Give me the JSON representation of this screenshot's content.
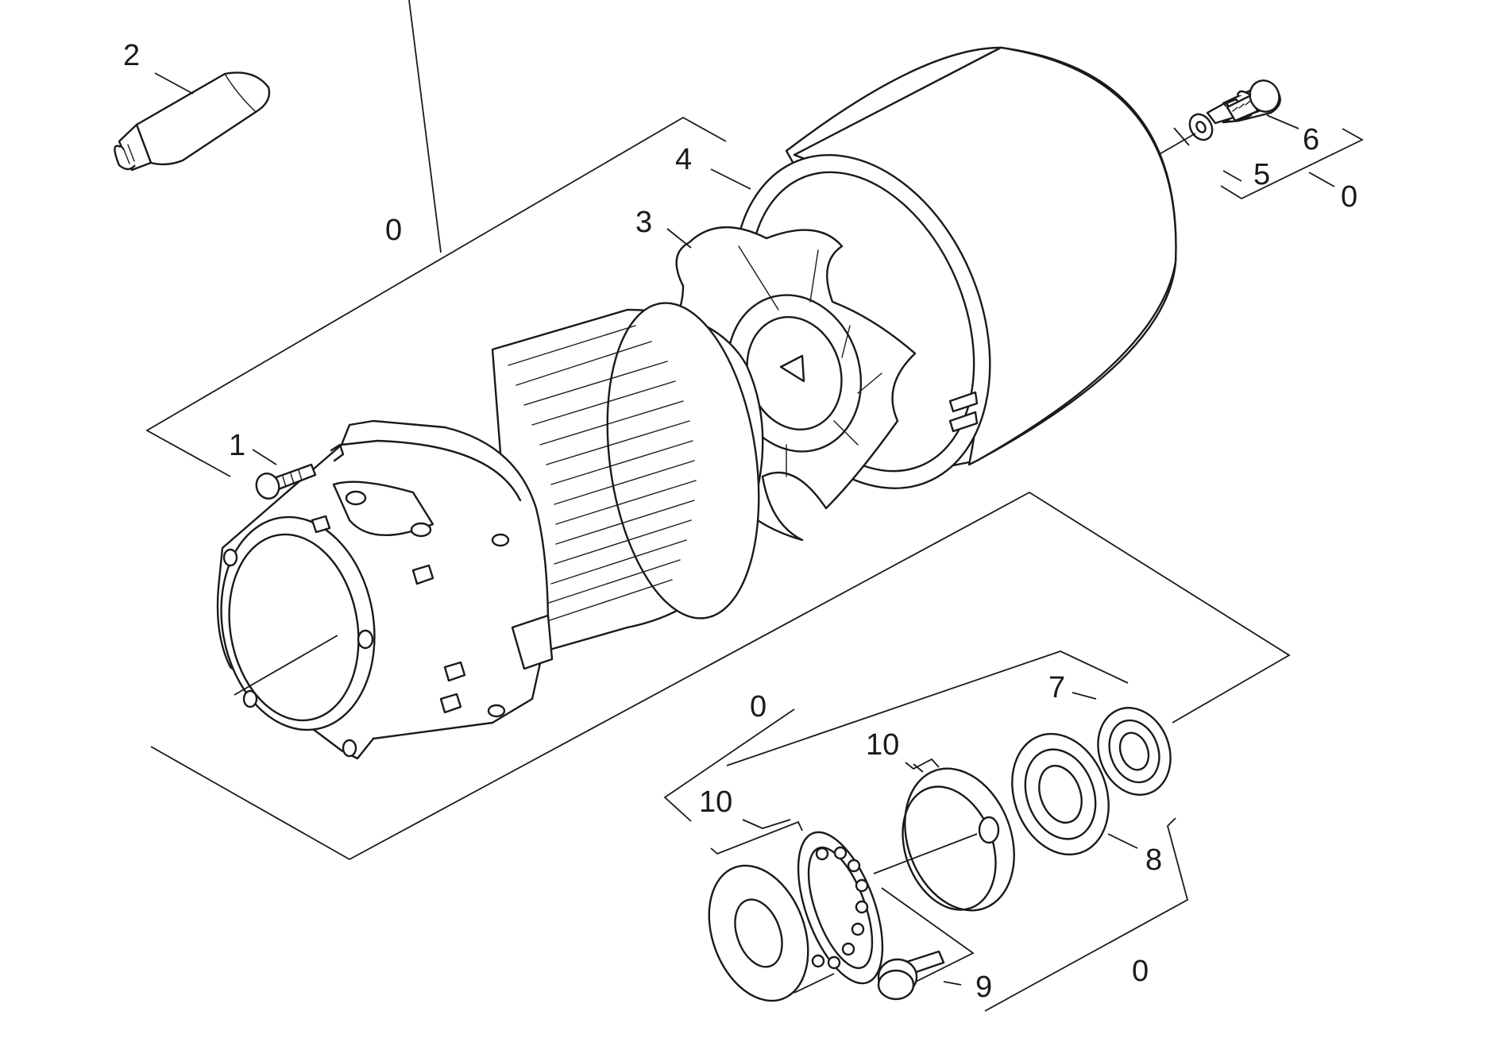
{
  "diagram": {
    "labels": {
      "part_0_motor": "0",
      "part_0_screw": "0",
      "part_0_bearing_upper": "0",
      "part_0_bearing_lower": "0",
      "part_1": "1",
      "part_2": "2",
      "part_3": "3",
      "part_4": "4",
      "part_5": "5",
      "part_6": "6",
      "part_7": "7",
      "part_8": "8",
      "part_9": "9",
      "part_10_upper": "10",
      "part_10_lower": "10"
    },
    "icons": [
      "grease-tube-icon",
      "fan-icon",
      "motor-housing-icon",
      "bearing-icon",
      "washer-icon",
      "screw-icon"
    ]
  }
}
